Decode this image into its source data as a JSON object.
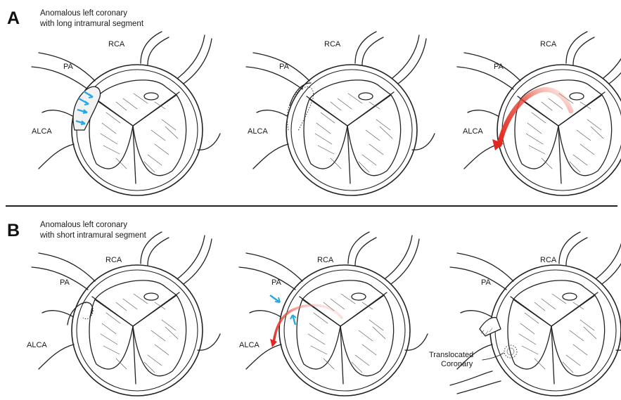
{
  "panel_a": {
    "letter": "A",
    "caption_line1": "Anomalous left coronary",
    "caption_line2": "with long intramural segment",
    "diagrams": [
      {
        "labels": {
          "rca": "RCA",
          "pa": "PA",
          "alca": "ALCA"
        }
      },
      {
        "labels": {
          "rca": "RCA",
          "pa": "PA",
          "alca": "ALCA"
        }
      },
      {
        "labels": {
          "rca": "RCA",
          "pa": "PA",
          "alca": "ALCA"
        }
      }
    ]
  },
  "panel_b": {
    "letter": "B",
    "caption_line1": "Anomalous left coronary",
    "caption_line2": "with short intramural segment",
    "diagrams": [
      {
        "labels": {
          "rca": "RCA",
          "pa": "PA",
          "alca": "ALCA"
        }
      },
      {
        "labels": {
          "rca": "RCA",
          "pa": "PA",
          "alca": "ALCA"
        }
      },
      {
        "labels": {
          "rca": "RCA",
          "pa": "PA",
          "translocated_line1": "Translocated",
          "translocated_line2": "Coronary"
        }
      }
    ]
  },
  "colors": {
    "compression_arrow": "#29a9e0",
    "flow_arrow": "#e3261f",
    "divider": "#222222"
  }
}
